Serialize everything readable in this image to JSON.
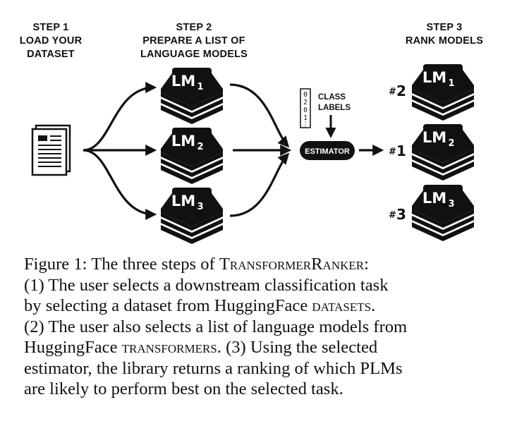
{
  "steps": [
    {
      "title": "STEP 1",
      "lines": [
        "LOAD YOUR",
        "DATASET"
      ]
    },
    {
      "title": "STEP 2",
      "lines": [
        "PREPARE A LIST OF",
        "LANGUAGE MODELS"
      ]
    },
    {
      "title": "STEP 3",
      "lines": [
        "RANK MODELS"
      ]
    }
  ],
  "models": [
    {
      "base": "LM",
      "sub": "1"
    },
    {
      "base": "LM",
      "sub": "2"
    },
    {
      "base": "LM",
      "sub": "3"
    }
  ],
  "ranking": [
    {
      "rank": "2",
      "base": "LM",
      "sub": "1"
    },
    {
      "rank": "1",
      "base": "LM",
      "sub": "2"
    },
    {
      "rank": "3",
      "base": "LM",
      "sub": "3"
    }
  ],
  "class_labels": {
    "line1": "CLASS",
    "line2": "LABELS",
    "digits": [
      "0",
      "2",
      "0",
      "1",
      "⋮"
    ]
  },
  "estimator_label": "ESTIMATOR",
  "caption": {
    "line1_a": "Figure 1: The three steps of ",
    "line1_b": "TransformerRanker",
    "line1_c": ":",
    "line2": "(1) The user selects a downstream classification task",
    "line3_a": "by selecting a dataset from HuggingFace ",
    "line3_b": "datasets",
    "line3_c": ".",
    "line4": "(2) The user also selects a list of language models from",
    "line5_a": "HuggingFace ",
    "line5_b": "transformers",
    "line5_c": ". (3) Using the selected",
    "line6": "estimator, the library returns a ranking of which PLMs",
    "line7": "are likely to perform best on the selected task."
  },
  "colors": {
    "ink": "#111111",
    "paper": "#ffffff"
  }
}
